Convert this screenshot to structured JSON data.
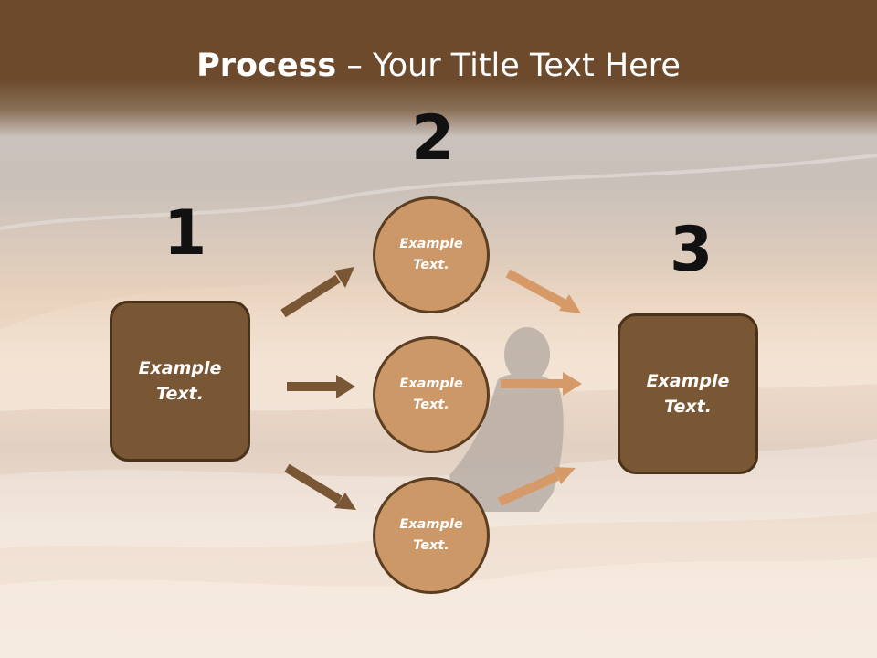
{
  "title": {
    "bold": "Process",
    "rest": " – Your Title Text Here"
  },
  "steps": {
    "one": "1",
    "two": "2",
    "three": "3"
  },
  "left_box": {
    "text": "Example Text."
  },
  "right_box": {
    "text": "Example Text."
  },
  "circles": [
    {
      "text": "Example Text."
    },
    {
      "text": "Example Text."
    },
    {
      "text": "Example Text."
    }
  ],
  "colors": {
    "header": "#6c4a2b",
    "box": "#7a5734",
    "circle": "#cd9868",
    "arrow_dark": "#7a5734",
    "arrow_light": "#d69a68"
  }
}
